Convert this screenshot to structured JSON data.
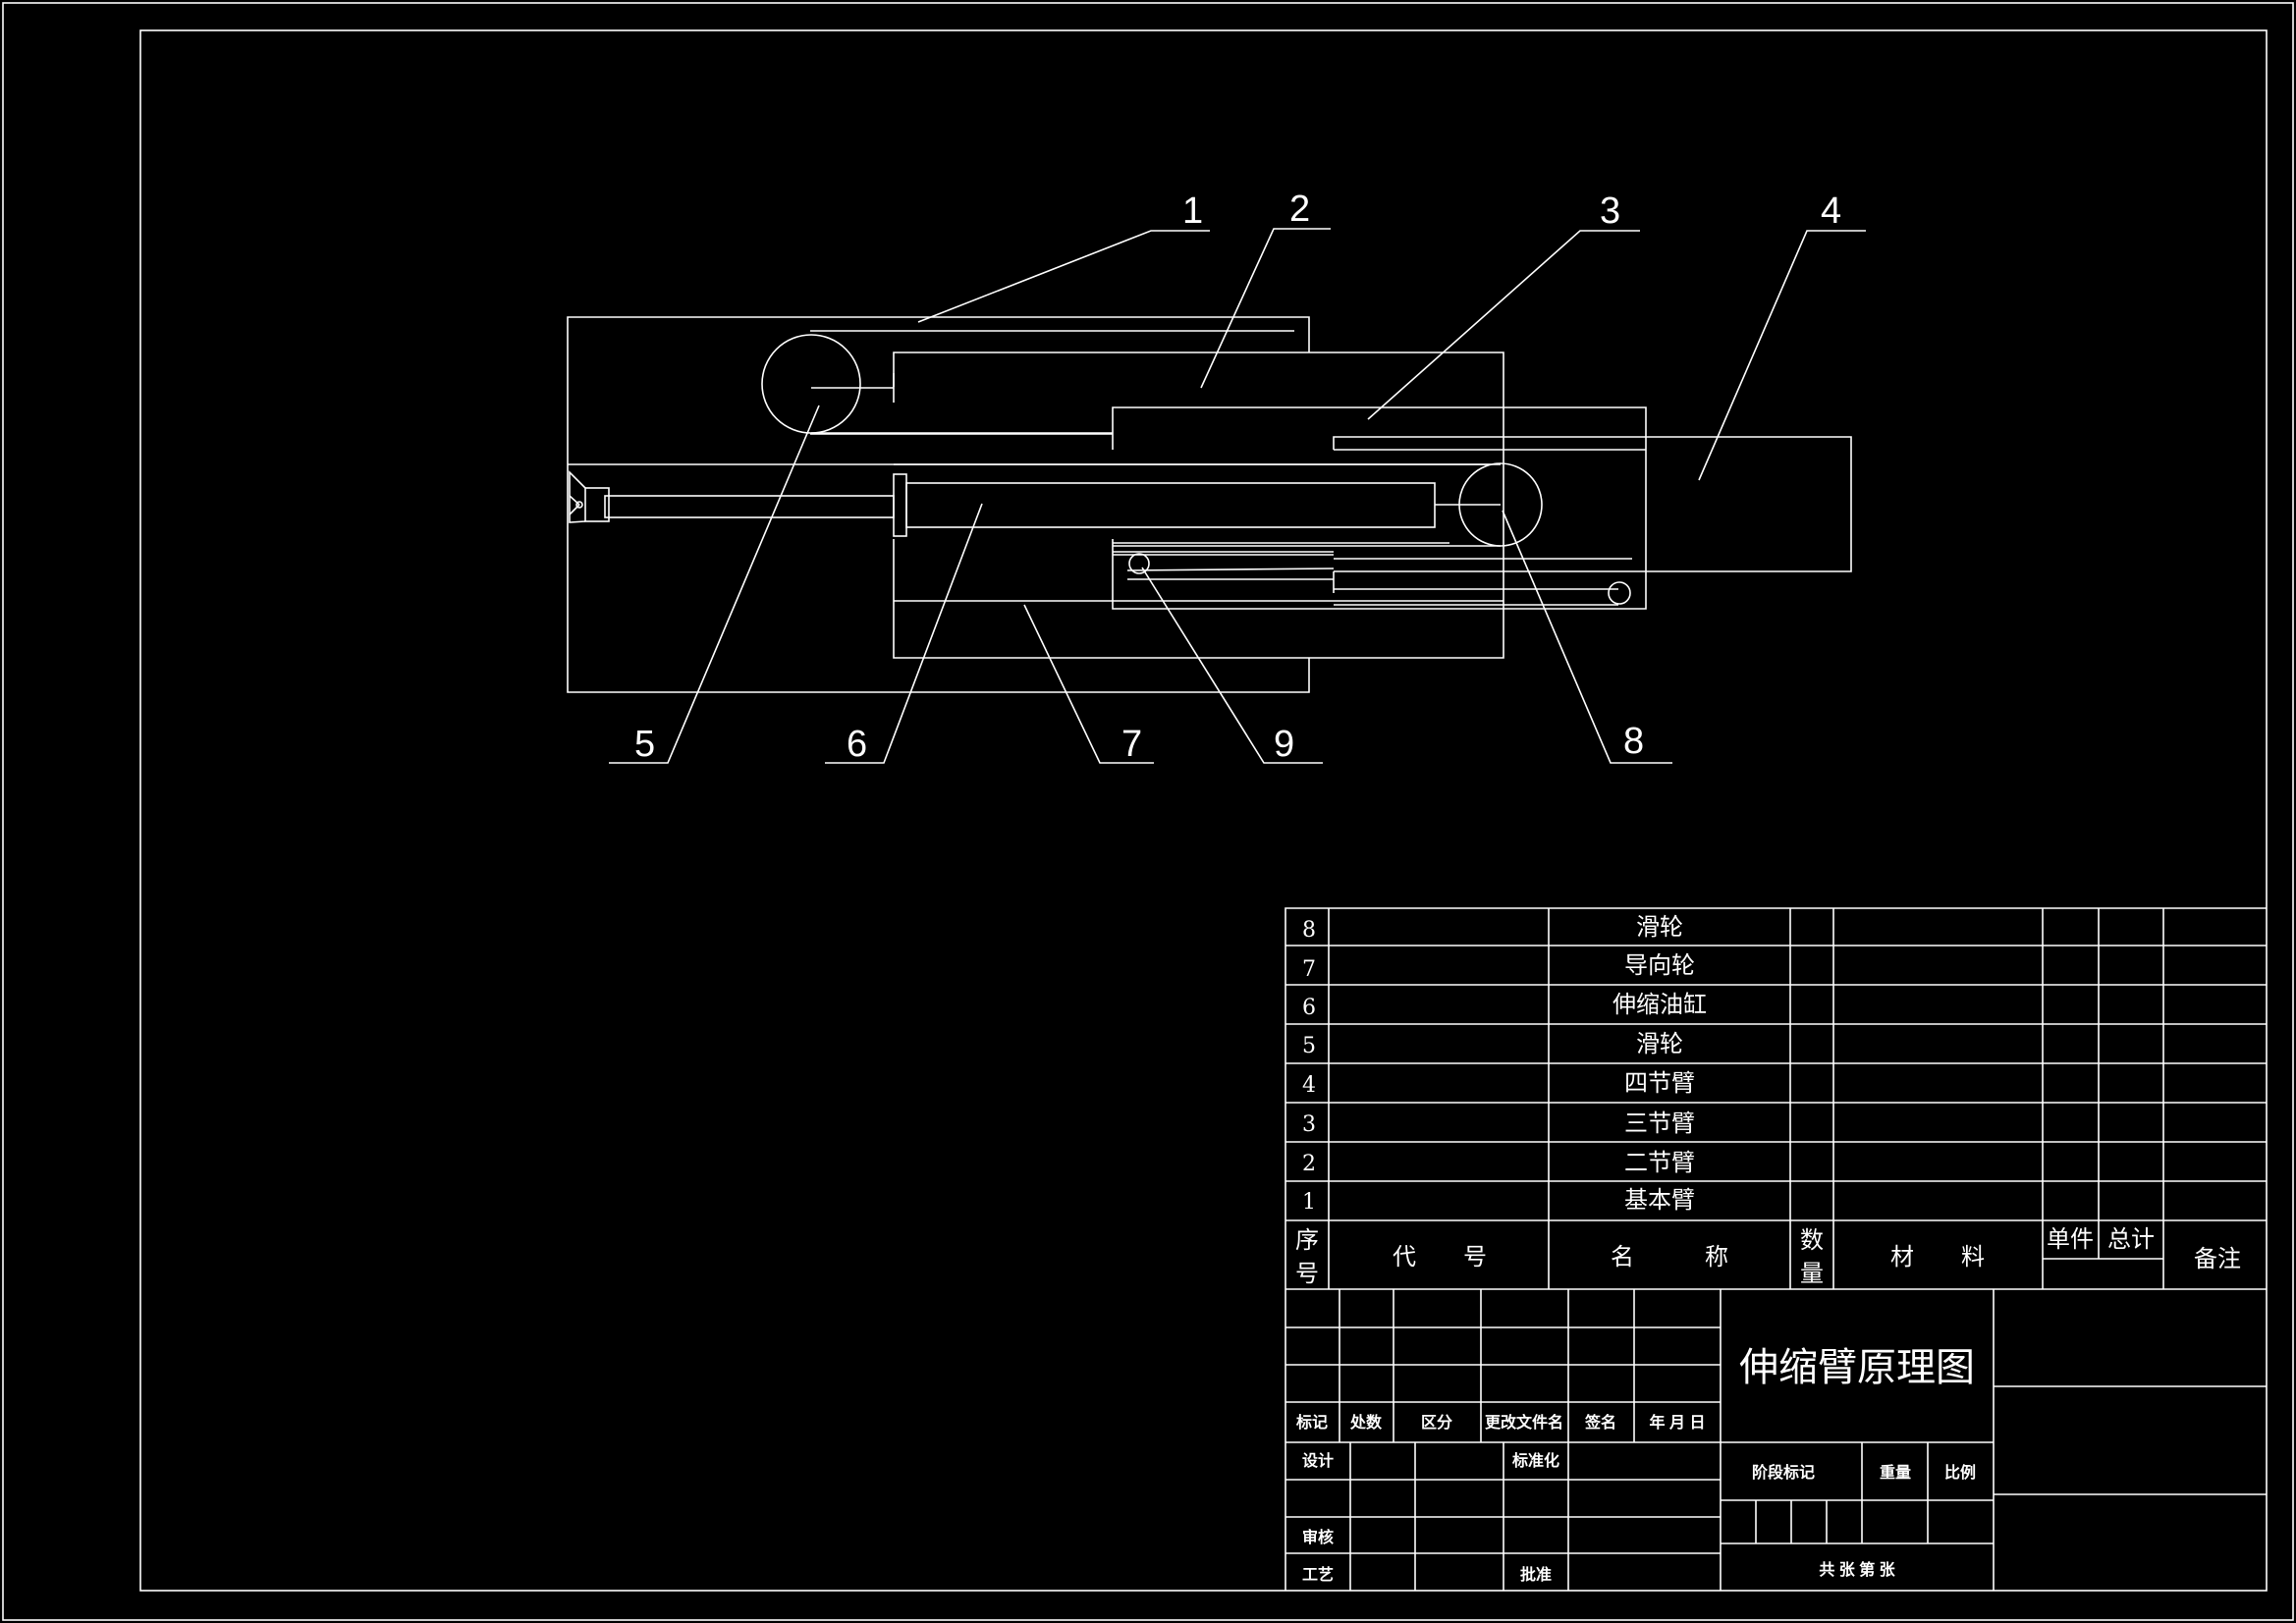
{
  "drawing": {
    "balloons": [
      "1",
      "2",
      "3",
      "4",
      "5",
      "6",
      "7",
      "9",
      "8"
    ]
  },
  "parts_list": {
    "rows": [
      {
        "no": "8",
        "name": "滑轮"
      },
      {
        "no": "7",
        "name": "导向轮"
      },
      {
        "no": "6",
        "name": "伸缩油缸"
      },
      {
        "no": "5",
        "name": "滑轮"
      },
      {
        "no": "4",
        "name": "四节臂"
      },
      {
        "no": "3",
        "name": "三节臂"
      },
      {
        "no": "2",
        "name": "二节臂"
      },
      {
        "no": "1",
        "name": "基本臂"
      }
    ],
    "header": {
      "seq_top": "序",
      "seq_bottom": "号",
      "code": "代　　号",
      "name": "名　　　称",
      "qty_top": "数",
      "qty_bottom": "量",
      "material": "材　　料",
      "unit_weight": "单件",
      "total_weight": "总计",
      "remarks": "备注"
    }
  },
  "title_block": {
    "title": "伸缩臂原理图",
    "revision_labels": [
      "标记",
      "处数",
      "区分",
      "更改文件名",
      "签名",
      "年 月 日"
    ],
    "design": "设计",
    "standardization": "标准化",
    "review": "审核",
    "process": "工艺",
    "approve": "批准",
    "stage_mark": "阶段标记",
    "weight": "重量",
    "scale": "比例",
    "sheets": "共 张 第 张"
  }
}
